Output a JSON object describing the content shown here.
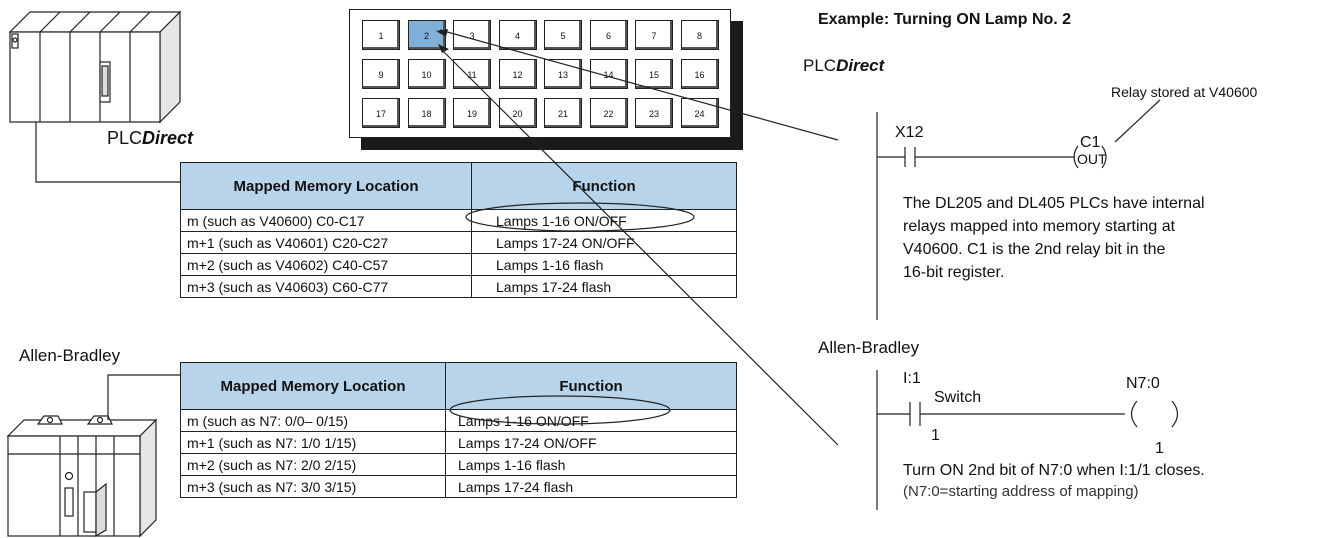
{
  "heading": "Example: Turning ON Lamp No. 2",
  "panel": {
    "lamps": [
      "1",
      "2",
      "3",
      "4",
      "5",
      "6",
      "7",
      "8",
      "9",
      "10",
      "11",
      "12",
      "13",
      "14",
      "15",
      "16",
      "17",
      "18",
      "19",
      "20",
      "21",
      "22",
      "23",
      "24"
    ],
    "lit_lamp": "2"
  },
  "plc_direct": {
    "brand_plain": "PLC",
    "brand_italic": "Direct",
    "table": {
      "headers": [
        "Mapped Memory Location",
        "Function"
      ],
      "rows": [
        [
          "m  (such as V40600) C0-C17",
          "Lamps 1-16 ON/OFF"
        ],
        [
          "m+1  (such as V40601) C20-C27",
          "Lamps 17-24 ON/OFF"
        ],
        [
          "m+2  (such as V40602) C40-C57",
          "Lamps 1-16 flash"
        ],
        [
          "m+3  (such as V40603) C60-C77",
          "Lamps 17-24 flash"
        ]
      ]
    },
    "ladder": {
      "contact": "X12",
      "coil_address": "C1",
      "coil_type": "OUT",
      "callout": "Relay stored at V40600",
      "note": [
        "The DL205 and DL405 PLCs have internal",
        "relays mapped into memory starting at",
        "V40600. C1 is the 2nd relay bit in the",
        "16-bit register."
      ]
    }
  },
  "allen_bradley": {
    "brand": "Allen-Bradley",
    "table": {
      "headers": [
        "Mapped Memory Location",
        "Function"
      ],
      "rows": [
        [
          "m  (such as N7: 0/0– 0/15)",
          "Lamps 1-16 ON/OFF"
        ],
        [
          "m+1  (such as N7: 1/0  1/15)",
          "Lamps 17-24 ON/OFF"
        ],
        [
          "m+2  (such as N7: 2/0  2/15)",
          "Lamps 1-16 flash"
        ],
        [
          "m+3  (such as N7: 3/0  3/15)",
          "Lamps 17-24 flash"
        ]
      ]
    },
    "ladder": {
      "contact": "I:1",
      "contact_label": "Switch",
      "contact_bit": "1",
      "coil_address": "N7:0",
      "coil_bit": "1",
      "note_line1": "Turn ON 2nd bit of N7:0 when I:1/1 closes.",
      "note_line2": "(N7:0=starting address of mapping)"
    }
  },
  "colors": {
    "header_fill": "#b8d4ea",
    "lit_lamp": "#7fb0d8",
    "ink": "#111111"
  }
}
